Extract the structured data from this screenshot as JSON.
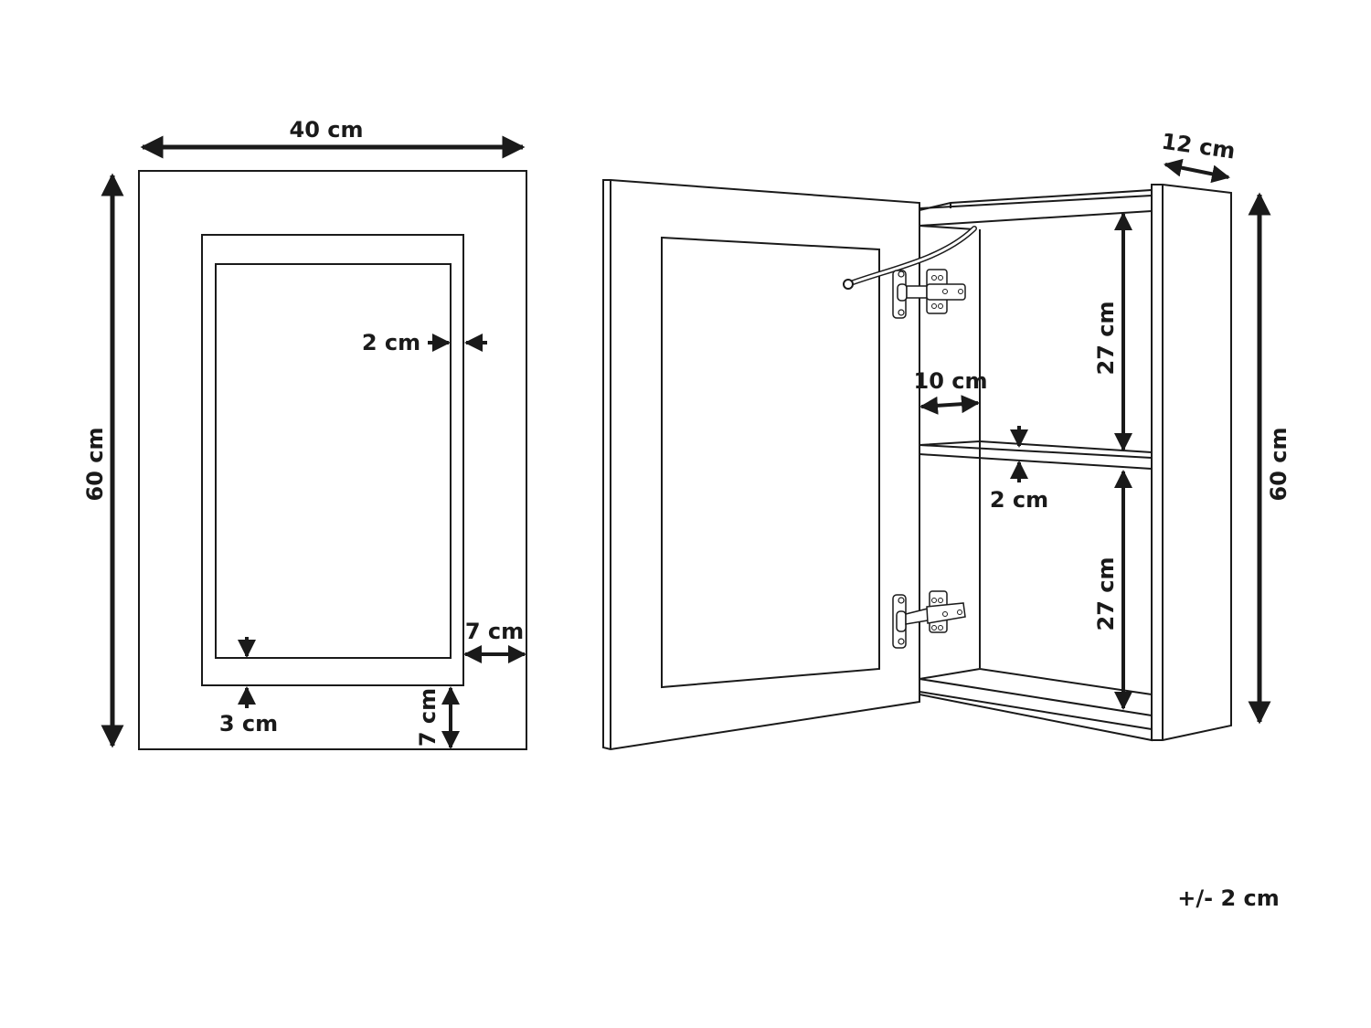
{
  "diagram": {
    "type": "technical-dimension-drawing",
    "subject": "mirror cabinet",
    "front_view": {
      "width_label": "40 cm",
      "height_label": "60 cm",
      "mirror_inset_label": "2 cm",
      "mirror_bottom_gap_label": "3 cm",
      "side_margin_label": "7 cm",
      "bottom_margin_label": "7 cm"
    },
    "open_view": {
      "depth_label": "12 cm",
      "height_label": "60 cm",
      "inner_depth_label": "10 cm",
      "upper_compartment_label": "27 cm",
      "lower_compartment_label": "27 cm",
      "shelf_thickness_label": "2 cm"
    },
    "tolerance_label": "+/- 2 cm",
    "colors": {
      "line": "#1a1a1a",
      "background": "#ffffff"
    }
  }
}
